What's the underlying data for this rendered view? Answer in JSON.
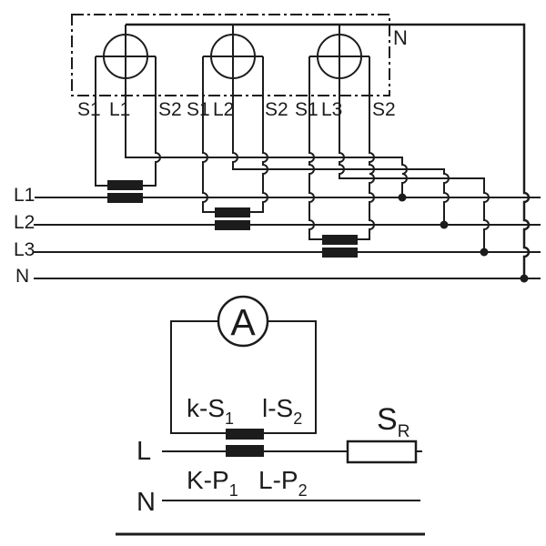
{
  "top_section": {
    "neutral_label": "N",
    "bus_labels": [
      "L1",
      "L2",
      "L3",
      "N"
    ],
    "terminal_labels": [
      "S1",
      "L1",
      "S2",
      "S1",
      "L2",
      "S2",
      "S1",
      "L3",
      "S2"
    ]
  },
  "bottom_section": {
    "ammeter_label": "A",
    "line_label": "L",
    "neutral_label": "N",
    "secondary_terminals": [
      {
        "main": "k-S",
        "sub": "1"
      },
      {
        "main": "l-S",
        "sub": "2"
      }
    ],
    "primary_terminals": [
      {
        "main": "K-P",
        "sub": "1"
      },
      {
        "main": "L-P",
        "sub": "2"
      }
    ],
    "resistor_label": {
      "main": "S",
      "sub": "R"
    }
  },
  "colors": {
    "line": "#1c1c1c",
    "background": "#ffffff"
  }
}
